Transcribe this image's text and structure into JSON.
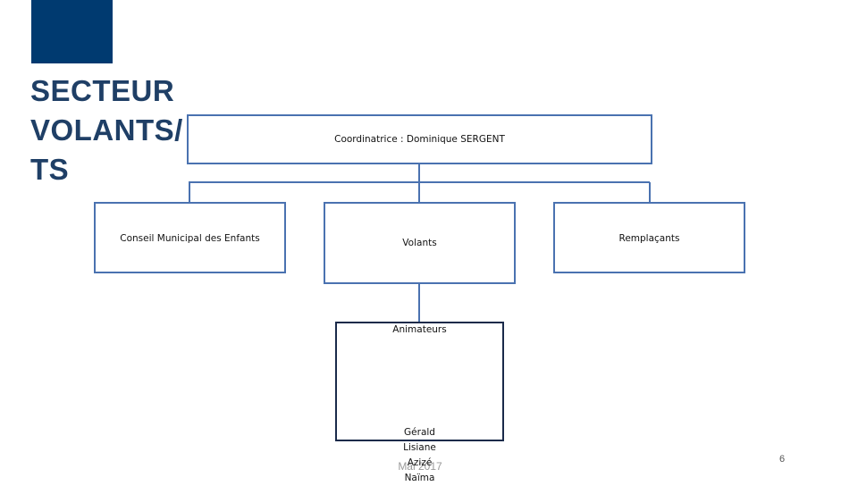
{
  "slide": {
    "title_lines": [
      "SECTEUR",
      "VOLANTS/",
      "TS"
    ],
    "footer_date": "Mai 2017",
    "page_number": "6",
    "accent_color": "#003a70"
  },
  "orgchart": {
    "coordinator": "Coordinatrice : Dominique SERGENT",
    "units": [
      "Conseil Municipal des Enfants",
      "Volants",
      "Remplaçants"
    ],
    "animators": {
      "label": "Animateurs",
      "members": [
        "Gérald",
        "Lisiane",
        "Azizé",
        "Naïma"
      ]
    },
    "border_color": "#4a72b0"
  }
}
